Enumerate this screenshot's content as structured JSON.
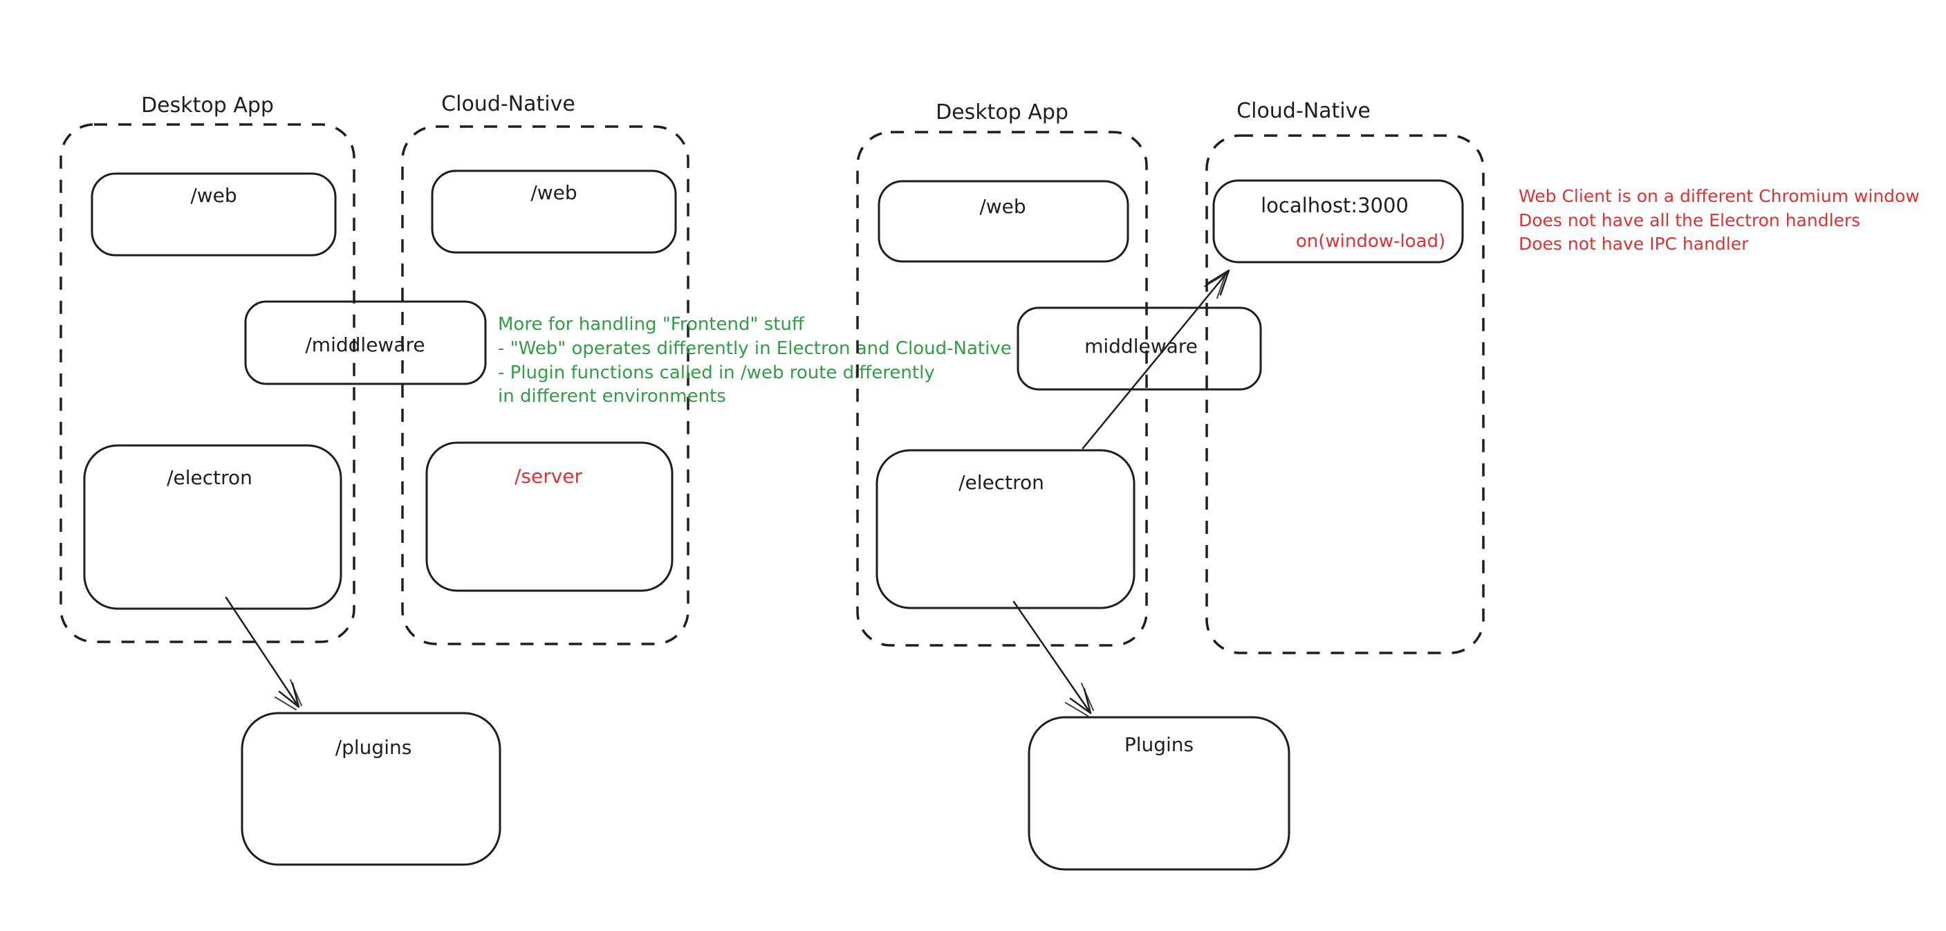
{
  "canvas": {
    "background": "#ffffff",
    "ink_color": "#1e1e1e",
    "green_color": "#2f9e44",
    "red_color": "#e03131"
  },
  "left_diagram": {
    "desktop_container_label": "Desktop App",
    "cloud_container_label": "Cloud-Native",
    "desktop_web_label": "/web",
    "cloud_web_label": "/web",
    "middleware_label": "/middleware",
    "electron_label": "/electron",
    "server_label": "/server",
    "plugins_label": "/plugins"
  },
  "right_diagram": {
    "desktop_container_label": "Desktop App",
    "cloud_container_label": "Cloud-Native",
    "desktop_web_label": "/web",
    "localhost_label": "localhost:3000",
    "window_load_label": "on(window-load)",
    "middleware_label": "middleware",
    "electron_label": "/electron",
    "plugins_label": "Plugins"
  },
  "green_note": {
    "lines": [
      "More for handling \"Frontend\" stuff",
      "- \"Web\" operates differently in Electron and Cloud-Native",
      "- Plugin functions called in /web route differently",
      "in different environments"
    ]
  },
  "red_note": {
    "lines": [
      "Web Client is on a different Chromium window",
      "Does not have all the Electron handlers",
      "Does not have IPC handler"
    ]
  }
}
